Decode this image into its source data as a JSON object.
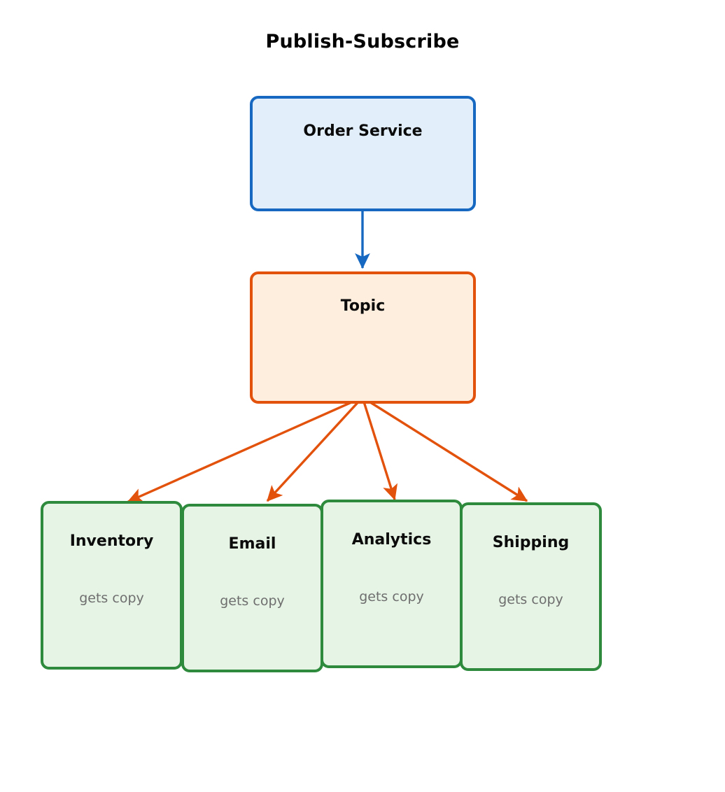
{
  "diagram": {
    "title": "Publish-Subscribe",
    "type": "flow",
    "colors": {
      "publisher_border": "#1668c1",
      "publisher_fill": "#e2effb",
      "broker_border": "#e2520d",
      "broker_fill": "#fdeedd",
      "subscriber_border": "#2e8b3d",
      "subscriber_fill": "#e6f4e5",
      "publish_edge": "#1668c1",
      "deliver_edge": "#e2520d",
      "title_text": "#000000",
      "node_title_text": "#0b0b0b",
      "node_sub_text": "#6e6e6e"
    },
    "publisher": {
      "id": "order-service",
      "label": "Order Service",
      "role": "publisher"
    },
    "broker": {
      "id": "topic",
      "label": "Topic",
      "role": "broker"
    },
    "subscribers": [
      {
        "id": "inventory",
        "label": "Inventory",
        "sublabel": "gets copy"
      },
      {
        "id": "email",
        "label": "Email",
        "sublabel": "gets copy"
      },
      {
        "id": "analytics",
        "label": "Analytics",
        "sublabel": "gets copy"
      },
      {
        "id": "shipping",
        "label": "Shipping",
        "sublabel": "gets copy"
      }
    ],
    "edges": [
      {
        "from": "order-service",
        "to": "topic",
        "label": "",
        "color": "#1668c1"
      },
      {
        "from": "topic",
        "to": "inventory",
        "label": "",
        "color": "#e2520d"
      },
      {
        "from": "topic",
        "to": "email",
        "label": "",
        "color": "#e2520d"
      },
      {
        "from": "topic",
        "to": "analytics",
        "label": "",
        "color": "#e2520d"
      },
      {
        "from": "topic",
        "to": "shipping",
        "label": "",
        "color": "#e2520d"
      }
    ]
  }
}
